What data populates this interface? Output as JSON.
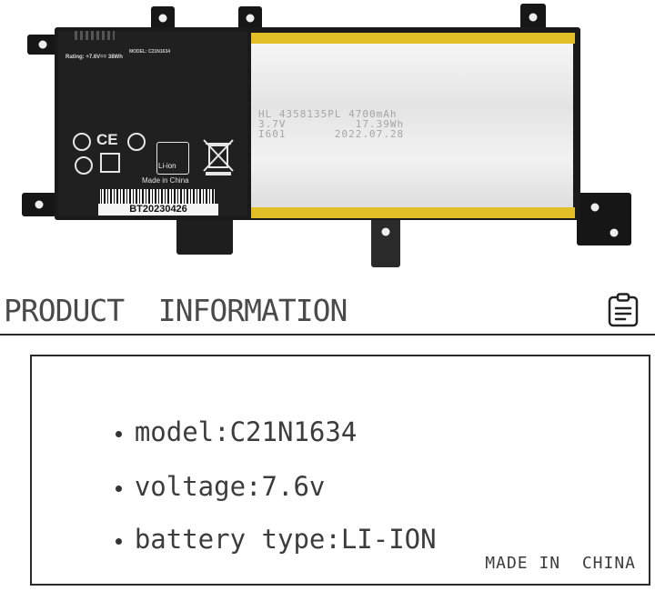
{
  "battery_label": {
    "rating": "Rating: +7.6V== 38Wh",
    "model": "MODEL: C21N1634",
    "made_in": "Made in China",
    "liion": "Li-ion",
    "serial": "BT20230426"
  },
  "cell_print": {
    "line1": "HL 4358135PL 4700mAh",
    "line2": "3.7V          17.39Wh",
    "line3": "I601       2022.07.28"
  },
  "section": {
    "title": "PRODUCT  INFORMATION",
    "icon": "clipboard-icon"
  },
  "info": {
    "model": "model:C21N1634",
    "voltage": "voltage:7.6v",
    "battery_type": "battery type:LI-ION",
    "made_in": "MADE IN  CHINA"
  }
}
